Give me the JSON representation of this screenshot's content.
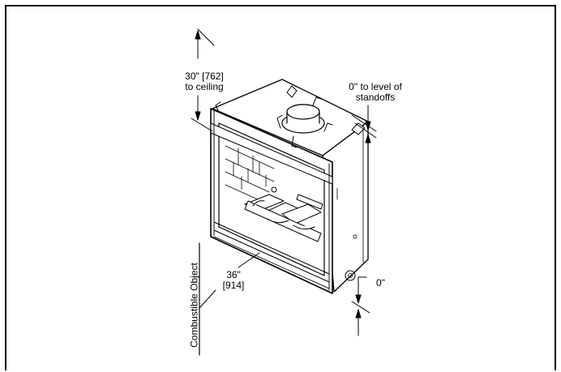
{
  "labels": {
    "ceiling_line1": "30\" [762]",
    "ceiling_line2": "to ceiling",
    "standoffs_line1": "0\" to level of",
    "standoffs_line2": "standoffs",
    "width_line1": "36\"",
    "width_line2": "[914]",
    "side_clearance": "0\"",
    "combustible": "Combustible Object"
  },
  "colors": {
    "ink": "#000000",
    "background": "#ffffff"
  }
}
